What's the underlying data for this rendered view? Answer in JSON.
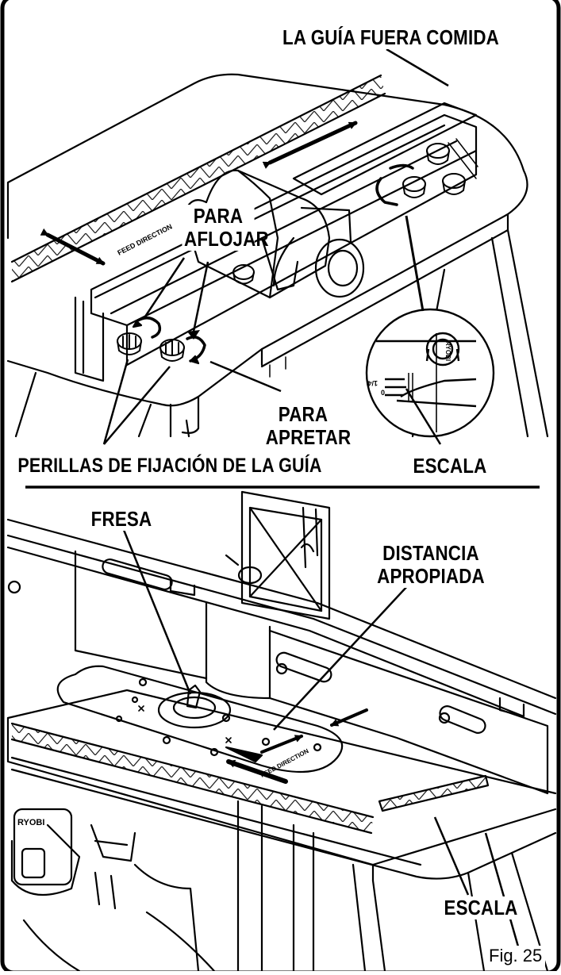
{
  "top_panel": {
    "fence_label": "LA GUÍA FUERA COMIDA",
    "loosen_label_line1": "PARA",
    "loosen_label_line2": "AFLOJAR",
    "tighten_label_line1": "PARA",
    "tighten_label_line2": "APRETAR",
    "knobs_label": "PERILLAS DE FIJACIÓN DE LA GUÍA",
    "scale_label": "ESCALA",
    "inset_scale_marks": [
      "1/4",
      "0"
    ],
    "inset_brand": "RYOBI",
    "feed_direction_text": "FEED DIRECTION"
  },
  "bottom_panel": {
    "bit_label": "FRESA",
    "distance_label_line1": "DISTANCIA",
    "distance_label_line2": "APROPIADA",
    "scale_label": "ESCALA",
    "feed_direction_text": "FEED DIRECTION",
    "brand": "RYOBI"
  },
  "figure_label": "Fig. 25",
  "colors": {
    "ink": "#000000",
    "paper": "#ffffff"
  }
}
